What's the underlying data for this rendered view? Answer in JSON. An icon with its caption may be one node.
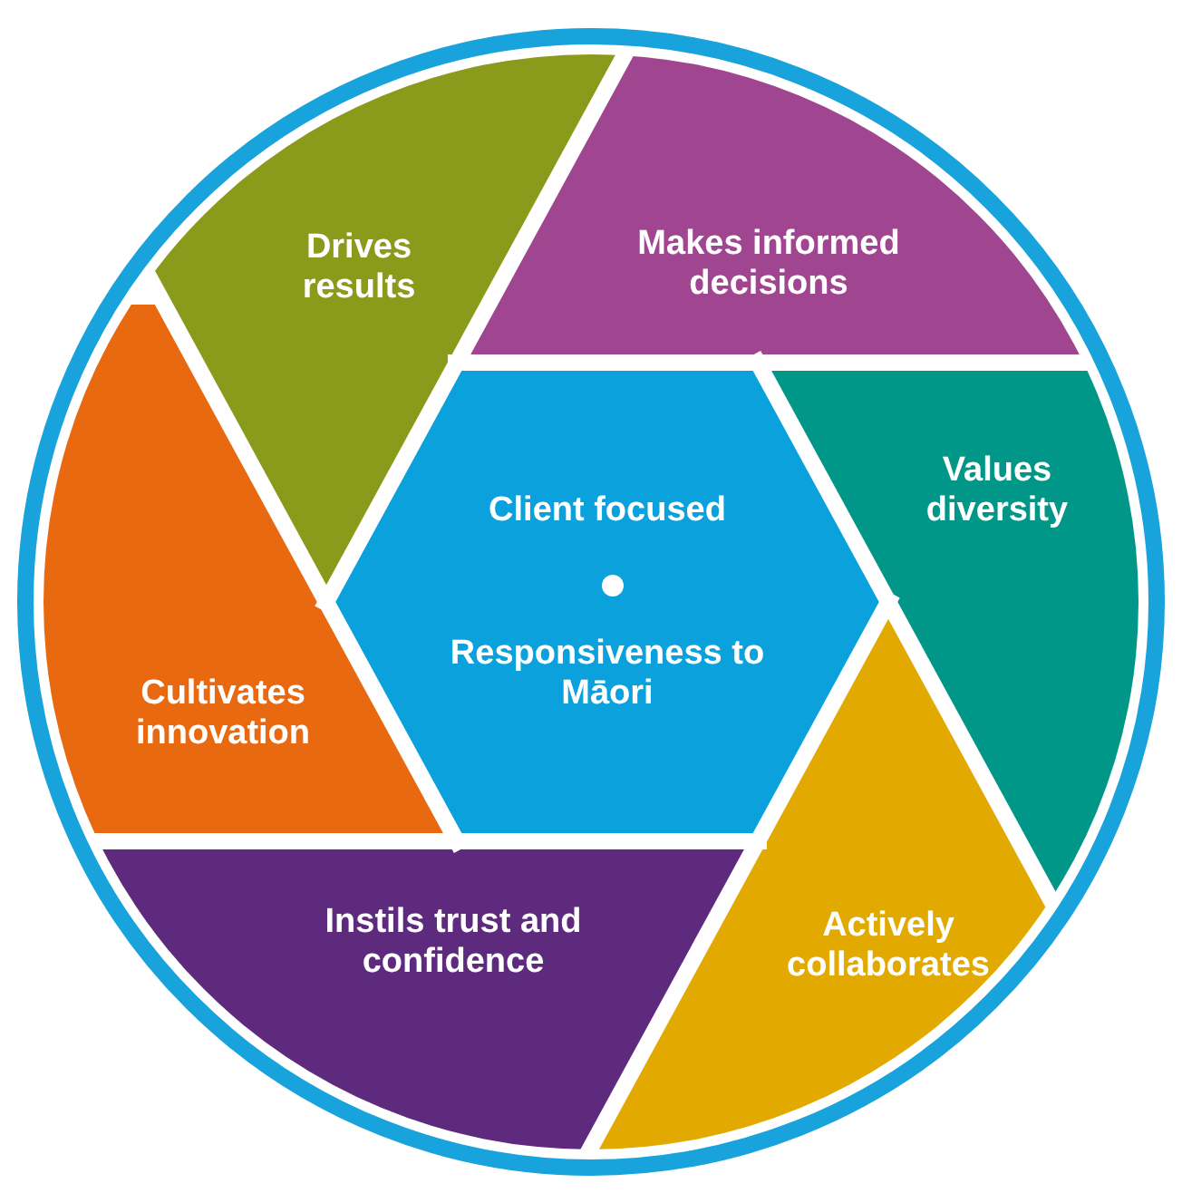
{
  "diagram": {
    "nodes": [
      {
        "text": [
          "Drives results"
        ]
      },
      {
        "text": [
          "Makes informed decisions"
        ]
      },
      {
        "text": [
          "Client focused",
          "Responsiveness to Māori"
        ]
      },
      {
        "text": [
          "Values diversity"
        ]
      },
      {
        "text": [
          "Cultivates innovation"
        ]
      },
      {
        "text": [
          "Instils trust and confidence"
        ]
      },
      {
        "text": [
          "Actively collaborates"
        ]
      }
    ]
  }
}
